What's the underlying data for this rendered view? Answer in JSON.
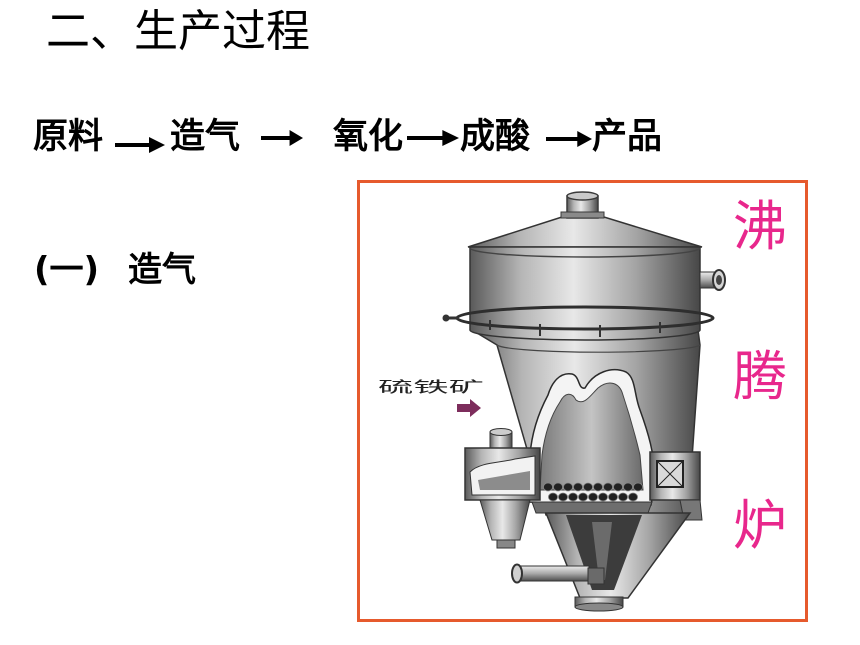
{
  "slide": {
    "title": "二、生产过程",
    "flow": {
      "items": [
        "原料",
        "造气",
        "氧化",
        "成酸",
        "产品"
      ],
      "arrow_icon": "right-arrow-icon"
    },
    "section": {
      "number": "(一)",
      "title": "造气"
    }
  },
  "figure": {
    "ore_label": "硫铁矿",
    "side_title": [
      "沸",
      "腾",
      "炉"
    ],
    "colors": {
      "side_title": "#e8278c",
      "border": "#e65a2d",
      "feed_arrow": "#7d2d5c"
    }
  }
}
